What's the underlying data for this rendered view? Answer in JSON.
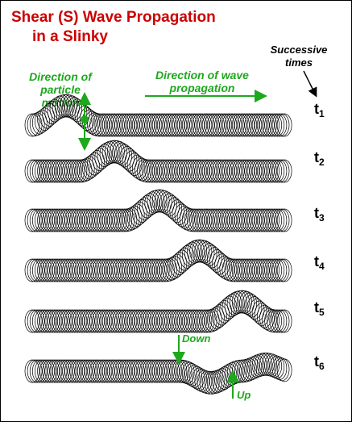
{
  "title": {
    "line1": "Shear (S) Wave Propagation",
    "line2": "in a Slinky"
  },
  "labels": {
    "particle_motion": [
      "Direction of",
      "particle",
      "motion"
    ],
    "wave_propagation": [
      "Direction of wave",
      "propagation"
    ],
    "successive_times": [
      "Successive",
      "times"
    ],
    "down": "Down",
    "up": "Up"
  },
  "times": [
    {
      "t": "t",
      "sub": "1"
    },
    {
      "t": "t",
      "sub": "2"
    },
    {
      "t": "t",
      "sub": "3"
    },
    {
      "t": "t",
      "sub": "4"
    },
    {
      "t": "t",
      "sub": "5"
    },
    {
      "t": "t",
      "sub": "6"
    }
  ],
  "colors": {
    "title": "#cc0000",
    "annotation": "#1ea81e",
    "coil": "#000000"
  }
}
